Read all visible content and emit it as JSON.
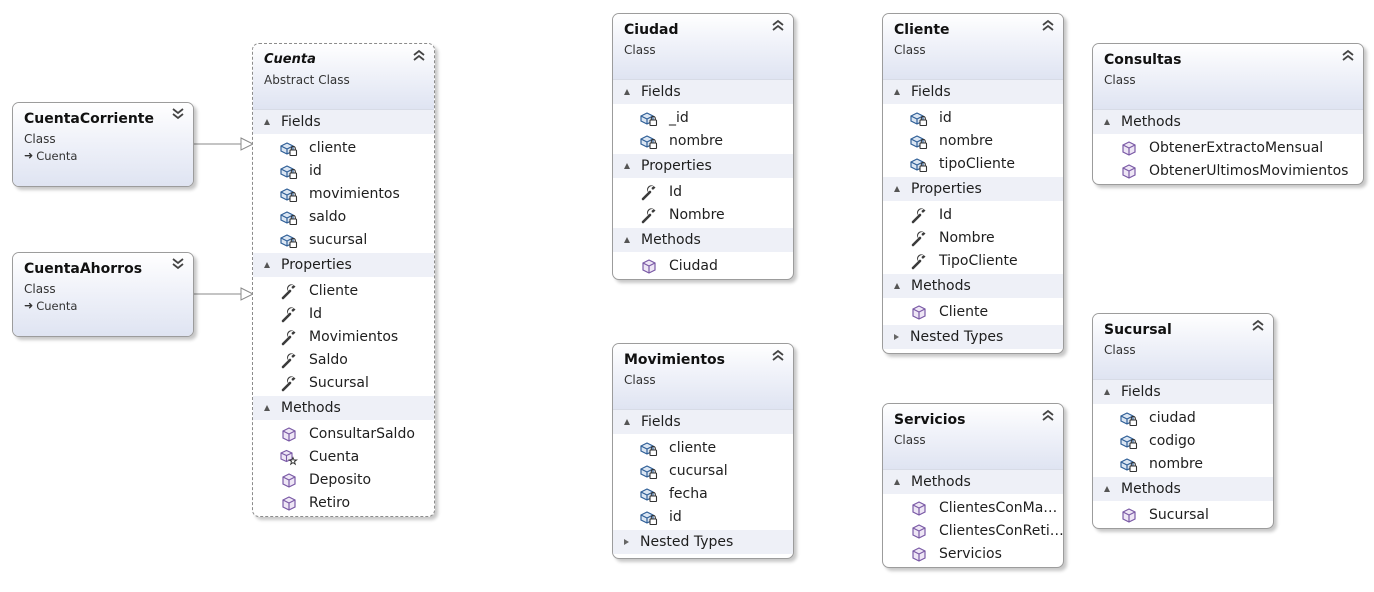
{
  "classes": [
    {
      "name": "Cuenta",
      "stereotype": "Abstract Class",
      "abstract": true,
      "sections": [
        {
          "label": "Fields",
          "open": true,
          "items": [
            {
              "name": "cliente",
              "kind": "field"
            },
            {
              "name": "id",
              "kind": "field"
            },
            {
              "name": "movimientos",
              "kind": "field"
            },
            {
              "name": "saldo",
              "kind": "field"
            },
            {
              "name": "sucursal",
              "kind": "field"
            }
          ]
        },
        {
          "label": "Properties",
          "open": true,
          "items": [
            {
              "name": "Cliente",
              "kind": "property"
            },
            {
              "name": "Id",
              "kind": "property"
            },
            {
              "name": "Movimientos",
              "kind": "property"
            },
            {
              "name": "Saldo",
              "kind": "property"
            },
            {
              "name": "Sucursal",
              "kind": "property"
            }
          ]
        },
        {
          "label": "Methods",
          "open": true,
          "items": [
            {
              "name": "ConsultarSaldo",
              "kind": "method"
            },
            {
              "name": "Cuenta",
              "kind": "constructor"
            },
            {
              "name": "Deposito",
              "kind": "method"
            },
            {
              "name": "Retiro",
              "kind": "method"
            }
          ]
        }
      ]
    },
    {
      "name": "CuentaCorriente",
      "stereotype": "Class",
      "base": "Cuenta",
      "collapsed": true,
      "sections": []
    },
    {
      "name": "CuentaAhorros",
      "stereotype": "Class",
      "base": "Cuenta",
      "collapsed": true,
      "sections": []
    },
    {
      "name": "Ciudad",
      "stereotype": "Class",
      "sections": [
        {
          "label": "Fields",
          "open": true,
          "items": [
            {
              "name": "_id",
              "kind": "field"
            },
            {
              "name": "nombre",
              "kind": "field"
            }
          ]
        },
        {
          "label": "Properties",
          "open": true,
          "items": [
            {
              "name": "Id",
              "kind": "property"
            },
            {
              "name": "Nombre",
              "kind": "property"
            }
          ]
        },
        {
          "label": "Methods",
          "open": true,
          "items": [
            {
              "name": "Ciudad",
              "kind": "method"
            }
          ]
        }
      ]
    },
    {
      "name": "Movimientos",
      "stereotype": "Class",
      "sections": [
        {
          "label": "Fields",
          "open": true,
          "items": [
            {
              "name": "cliente",
              "kind": "field"
            },
            {
              "name": "cucursal",
              "kind": "field"
            },
            {
              "name": "fecha",
              "kind": "field"
            },
            {
              "name": "id",
              "kind": "field"
            }
          ]
        },
        {
          "label": "Nested Types",
          "open": false,
          "items": []
        }
      ]
    },
    {
      "name": "Cliente",
      "stereotype": "Class",
      "sections": [
        {
          "label": "Fields",
          "open": true,
          "items": [
            {
              "name": "id",
              "kind": "field"
            },
            {
              "name": "nombre",
              "kind": "field"
            },
            {
              "name": "tipoCliente",
              "kind": "field"
            }
          ]
        },
        {
          "label": "Properties",
          "open": true,
          "items": [
            {
              "name": "Id",
              "kind": "property"
            },
            {
              "name": "Nombre",
              "kind": "property"
            },
            {
              "name": "TipoCliente",
              "kind": "property"
            }
          ]
        },
        {
          "label": "Methods",
          "open": true,
          "items": [
            {
              "name": "Cliente",
              "kind": "method"
            }
          ]
        },
        {
          "label": "Nested Types",
          "open": false,
          "items": []
        }
      ]
    },
    {
      "name": "Servicios",
      "stereotype": "Class",
      "sections": [
        {
          "label": "Methods",
          "open": true,
          "items": [
            {
              "name": "ClientesConMa…",
              "kind": "method"
            },
            {
              "name": "ClientesConReti…",
              "kind": "method"
            },
            {
              "name": "Servicios",
              "kind": "method"
            }
          ]
        }
      ]
    },
    {
      "name": "Consultas",
      "stereotype": "Class",
      "sections": [
        {
          "label": "Methods",
          "open": true,
          "items": [
            {
              "name": "ObtenerExtractoMensual",
              "kind": "method"
            },
            {
              "name": "ObtenerUltimosMovimientos",
              "kind": "method"
            }
          ]
        }
      ]
    },
    {
      "name": "Sucursal",
      "stereotype": "Class",
      "sections": [
        {
          "label": "Fields",
          "open": true,
          "items": [
            {
              "name": "ciudad",
              "kind": "field"
            },
            {
              "name": "codigo",
              "kind": "field"
            },
            {
              "name": "nombre",
              "kind": "field"
            }
          ]
        },
        {
          "label": "Methods",
          "open": true,
          "items": [
            {
              "name": "Sucursal",
              "kind": "method"
            }
          ]
        }
      ]
    }
  ]
}
